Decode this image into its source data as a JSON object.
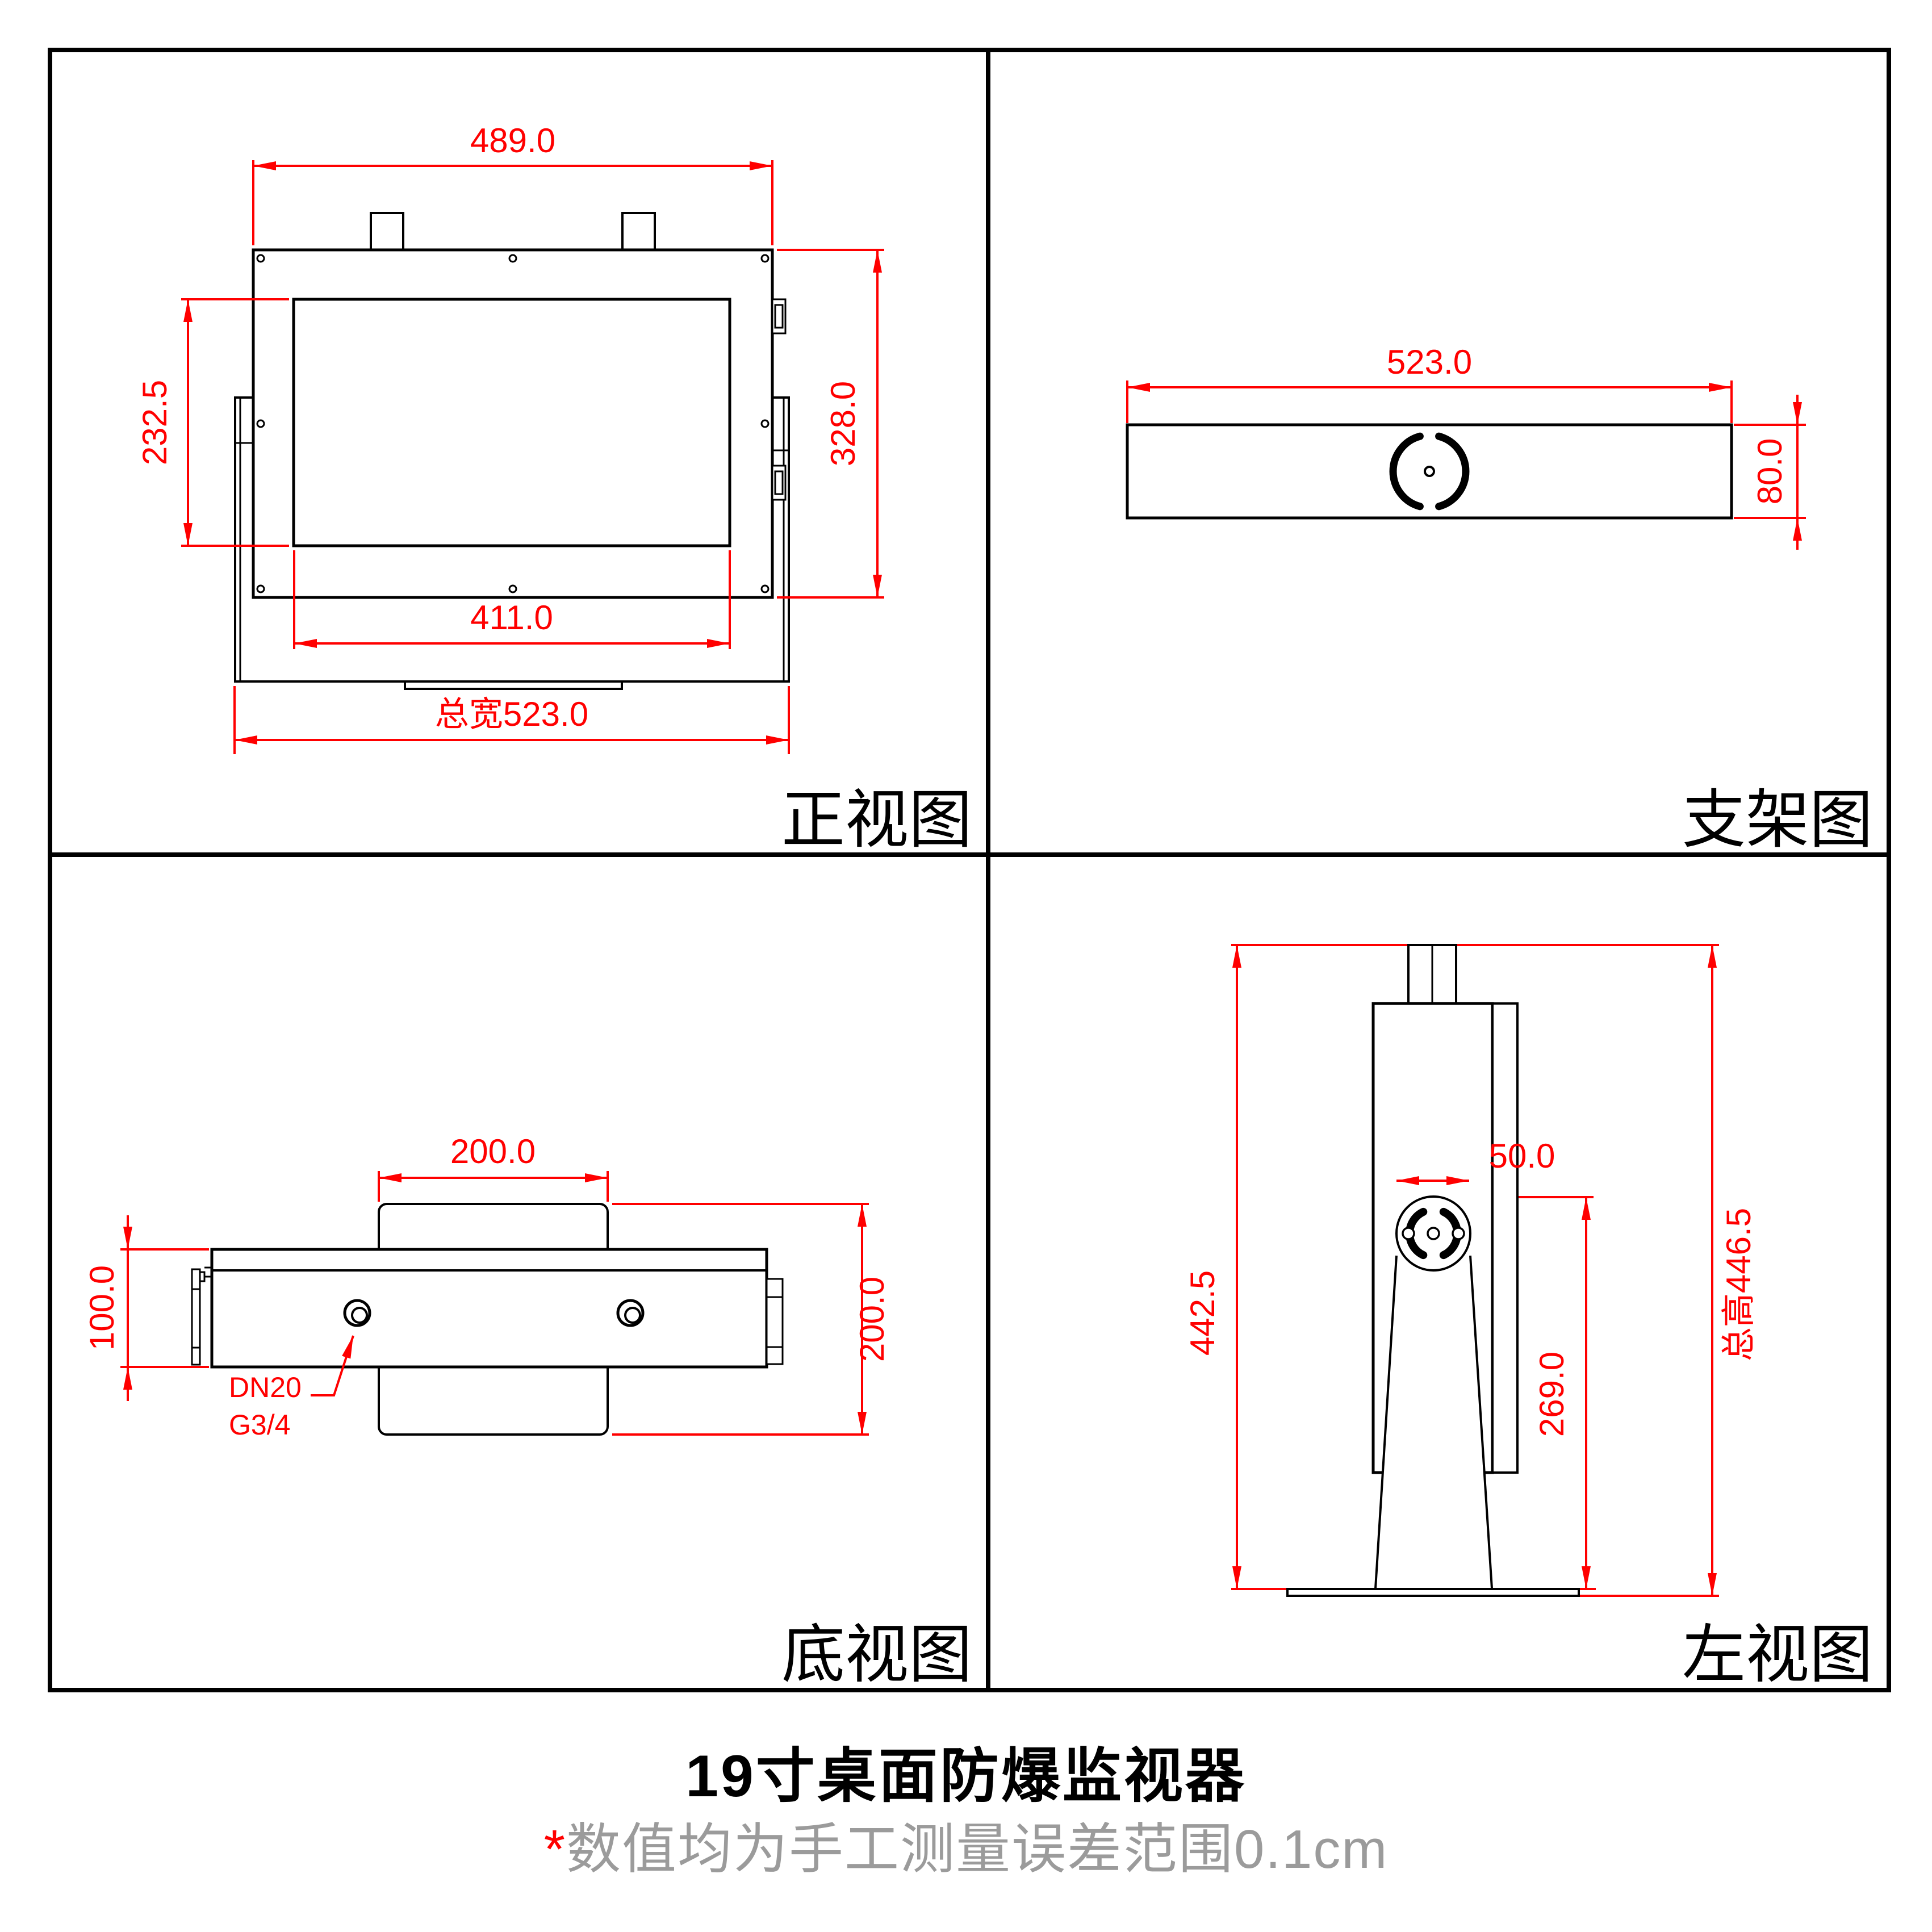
{
  "colors": {
    "line": "#000000",
    "dimension": "#ff0000",
    "note_gray": "#9b9b9b"
  },
  "views": {
    "front": {
      "label": "正视图",
      "dims": {
        "outer_width": "489.0",
        "outer_height": "328.0",
        "screen_height": "232.5",
        "screen_width": "411.0",
        "total_width": "总宽523.0"
      }
    },
    "bracket": {
      "label": "支架图",
      "dims": {
        "width": "523.0",
        "height": "80.0"
      }
    },
    "bottom": {
      "label": "底视图",
      "dims": {
        "plate_width": "200.0",
        "body_depth": "100.0",
        "plate_depth": "200.0"
      },
      "callout": {
        "line1": "DN20",
        "line2": "G3/4"
      }
    },
    "left": {
      "label": "左视图",
      "dims": {
        "stand_height": "442.5",
        "hinge_dia": "50.0",
        "pivot_height": "269.0",
        "total_height": "总高446.5"
      }
    }
  },
  "title": "19寸桌面防爆监视器",
  "note": {
    "asterisk": "*",
    "text": "数值均为手工测量误差范围0.1cm"
  }
}
